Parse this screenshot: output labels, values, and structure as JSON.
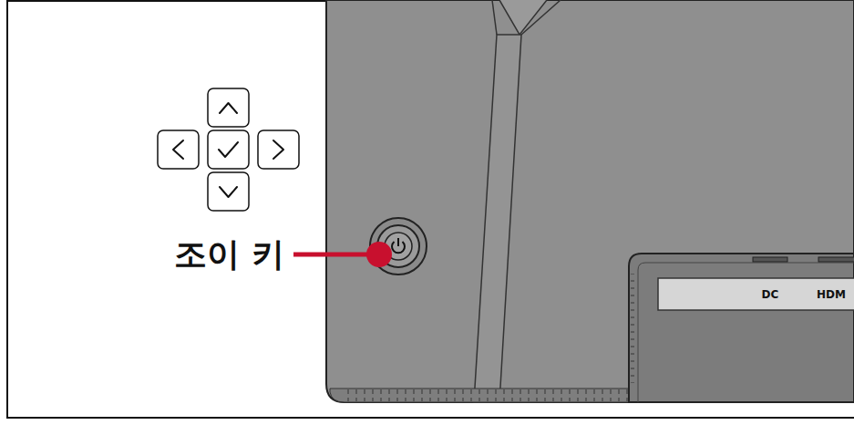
{
  "diagram": {
    "labels": [
      "조이 키",
      "DC",
      "HDM"
    ]
  }
}
